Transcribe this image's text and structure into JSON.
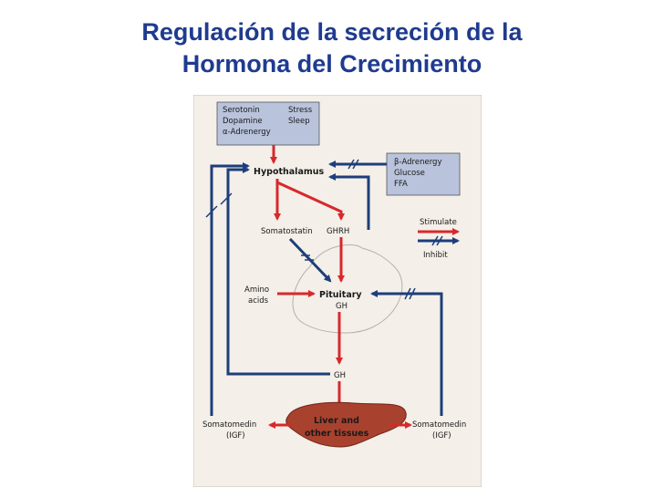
{
  "title": {
    "line1": "Regulación de la secreción de la",
    "line2": "Hormona del Crecimiento"
  },
  "diagram": {
    "top_box": {
      "left_items": [
        "Serotonin",
        "Dopamine",
        "α-Adrenergy"
      ],
      "right_items": [
        "Stress",
        "Sleep"
      ]
    },
    "right_box": {
      "items": [
        "β-Adrenergy",
        "Glucose",
        "FFA"
      ]
    },
    "nodes": {
      "hypothalamus": "Hypothalamus",
      "somatostatin": "Somatostatin",
      "ghrh": "GHRH",
      "pituitary": "Pituitary",
      "gh_under_pituitary": "GH",
      "amino_acids_line1": "Amino",
      "amino_acids_line2": "acids",
      "gh_lower": "GH",
      "liver_line1": "Liver and",
      "liver_line2": "other tissues",
      "somatomedin_left_line1": "Somatomedin",
      "somatomedin_left_line2": "(IGF)",
      "somatomedin_right_line1": "Somatomedin",
      "somatomedin_right_line2": "(IGF)"
    },
    "legend": {
      "stimulate": "Stimulate",
      "inhibit": "Inhibit"
    },
    "colors": {
      "stimulate": "#d8282c",
      "inhibit": "#1d3e7a",
      "background": "#f4efe8",
      "box_fill": "#b9c3dc",
      "liver": "#a8422e",
      "title": "#1f3b8f"
    }
  }
}
